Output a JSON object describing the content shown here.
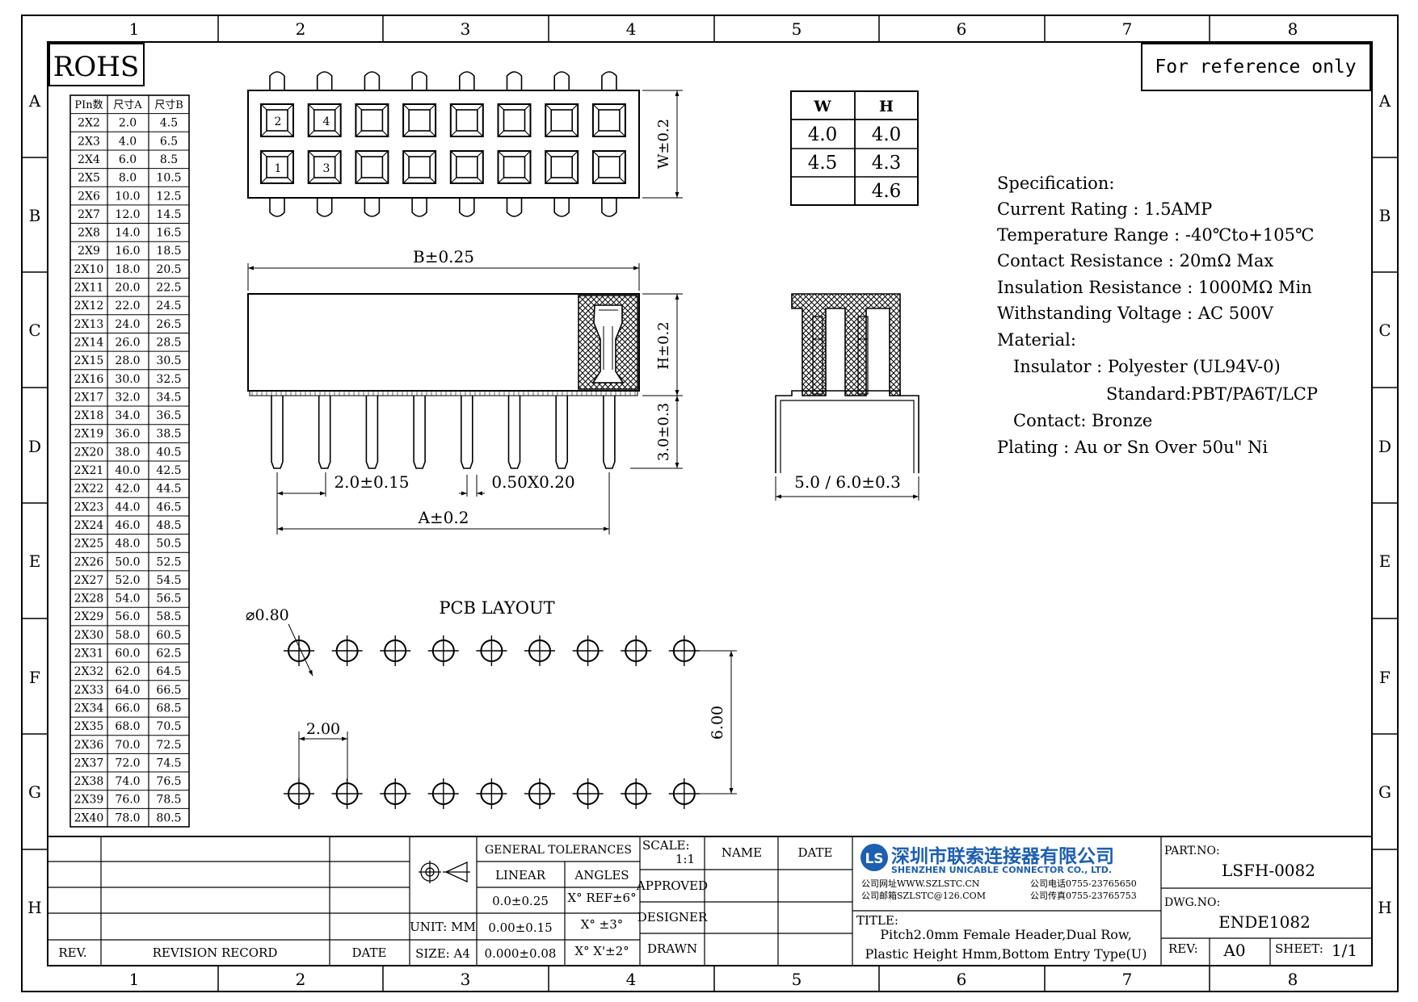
{
  "frame": {
    "columns": [
      "1",
      "2",
      "3",
      "4",
      "5",
      "6",
      "7",
      "8"
    ],
    "rows": [
      "A",
      "B",
      "C",
      "D",
      "E",
      "F",
      "G",
      "H"
    ]
  },
  "rohs": "ROHS",
  "reference_note": "For reference only",
  "pin_table": {
    "headers": [
      "PIn数",
      "尺寸A",
      "尺寸B"
    ],
    "rows": [
      [
        "2X2",
        "2.0",
        "4.5"
      ],
      [
        "2X3",
        "4.0",
        "6.5"
      ],
      [
        "2X4",
        "6.0",
        "8.5"
      ],
      [
        "2X5",
        "8.0",
        "10.5"
      ],
      [
        "2X6",
        "10.0",
        "12.5"
      ],
      [
        "2X7",
        "12.0",
        "14.5"
      ],
      [
        "2X8",
        "14.0",
        "16.5"
      ],
      [
        "2X9",
        "16.0",
        "18.5"
      ],
      [
        "2X10",
        "18.0",
        "20.5"
      ],
      [
        "2X11",
        "20.0",
        "22.5"
      ],
      [
        "2X12",
        "22.0",
        "24.5"
      ],
      [
        "2X13",
        "24.0",
        "26.5"
      ],
      [
        "2X14",
        "26.0",
        "28.5"
      ],
      [
        "2X15",
        "28.0",
        "30.5"
      ],
      [
        "2X16",
        "30.0",
        "32.5"
      ],
      [
        "2X17",
        "32.0",
        "34.5"
      ],
      [
        "2X18",
        "34.0",
        "36.5"
      ],
      [
        "2X19",
        "36.0",
        "38.5"
      ],
      [
        "2X20",
        "38.0",
        "40.5"
      ],
      [
        "2X21",
        "40.0",
        "42.5"
      ],
      [
        "2X22",
        "42.0",
        "44.5"
      ],
      [
        "2X23",
        "44.0",
        "46.5"
      ],
      [
        "2X24",
        "46.0",
        "48.5"
      ],
      [
        "2X25",
        "48.0",
        "50.5"
      ],
      [
        "2X26",
        "50.0",
        "52.5"
      ],
      [
        "2X27",
        "52.0",
        "54.5"
      ],
      [
        "2X28",
        "54.0",
        "56.5"
      ],
      [
        "2X29",
        "56.0",
        "58.5"
      ],
      [
        "2X30",
        "58.0",
        "60.5"
      ],
      [
        "2X31",
        "60.0",
        "62.5"
      ],
      [
        "2X32",
        "62.0",
        "64.5"
      ],
      [
        "2X33",
        "64.0",
        "66.5"
      ],
      [
        "2X34",
        "66.0",
        "68.5"
      ],
      [
        "2X35",
        "68.0",
        "70.5"
      ],
      [
        "2X36",
        "70.0",
        "72.5"
      ],
      [
        "2X37",
        "72.0",
        "74.5"
      ],
      [
        "2X38",
        "74.0",
        "76.5"
      ],
      [
        "2X39",
        "76.0",
        "78.5"
      ],
      [
        "2X40",
        "78.0",
        "80.5"
      ]
    ]
  },
  "wh_table": {
    "headers": [
      "W",
      "H"
    ],
    "rows": [
      [
        "4.0",
        "4.0"
      ],
      [
        "4.5",
        "4.3"
      ],
      [
        "",
        "4.6"
      ]
    ]
  },
  "top_view": {
    "pin_labels": [
      "2",
      "4",
      "1",
      "3"
    ],
    "dim_w": "W±0.2"
  },
  "side_view": {
    "dim_b": "B±0.25",
    "dim_h": "H±0.2",
    "dim_tail": "3.0±0.3",
    "dim_pitch": "2.0±0.15",
    "dim_pin": "0.50X0.20",
    "dim_a": "A±0.2"
  },
  "end_view": {
    "dim_width": "5.0 / 6.0±0.3"
  },
  "specification": {
    "title": "Specification:",
    "lines": [
      "Current Rating : 1.5AMP",
      "Temperature Range : -40℃to+105℃",
      "Contact Resistance : 20mΩ Max",
      "Insulation Resistance : 1000MΩ Min",
      "Withstanding Voltage : AC 500V",
      "Material:",
      "Insulator : Polyester (UL94V-0)",
      "Standard:PBT/PA6T/LCP",
      "Contact: Bronze",
      "Plating : Au or Sn Over 50u\" Ni"
    ]
  },
  "pcb_layout": {
    "title": "PCB LAYOUT",
    "hole": "⌀0.80",
    "pitch": "2.00",
    "row_spacing": "6.00"
  },
  "title_block": {
    "rev_header": "REV.",
    "revision_record": "REVISION RECORD",
    "date_header": "DATE",
    "general_tolerances": "GENERAL TOLERANCES",
    "linear": "LINEAR",
    "angles": "ANGLES",
    "tol_linear": [
      "0.0±0.25",
      "0.00±0.15",
      "0.000±0.08"
    ],
    "tol_angles": [
      "X° REF±6°",
      "X° ±3°",
      "X° X'±2°"
    ],
    "unit": "UNIT: MM",
    "size": "SIZE: A4",
    "scale_label": "SCALE:",
    "scale_value": "1:1",
    "name": "NAME",
    "date": "DATE",
    "approved": "APPROVED",
    "designer": "DESIGNER",
    "drawn": "DRAWN",
    "company_cn": "深圳市联索连接器有限公司",
    "company_en": "SHENZHEN UNICABLE CONNECTOR CO., LTD.",
    "web": "公司网址WWW.SZLSTC.CN",
    "email": "公司邮箱SZLSTC@126.COM",
    "phone": "公司电话0755-23765650",
    "fax": "公司传真0755-23765753",
    "title_label": "TITLE:",
    "title_line1": "Pitch2.0mm Female Header,Dual Row,",
    "title_line2": "Plastic Height Hmm,Bottom Entry Type(U)",
    "part_no_label": "PART.NO:",
    "part_no": "LSFH-0082",
    "dwg_no_label": "DWG.NO:",
    "dwg_no": "ENDE1082",
    "rev_label": "REV:",
    "rev_value": "A0",
    "sheet_label": "SHEET:",
    "sheet_value": "1/1"
  }
}
